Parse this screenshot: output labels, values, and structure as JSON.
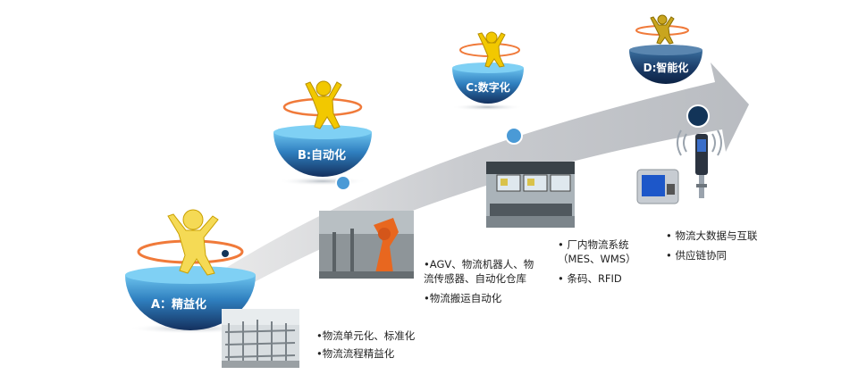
{
  "stages": [
    {
      "label": "A：精益化",
      "bullets": [
        "•物流单元化、标准化",
        "•物流流程精益化"
      ]
    },
    {
      "label": "B:自动化",
      "bullets": [
        "•AGV、物流机器人、物",
        "流传感器、自动化仓库",
        "•物流搬运自动化"
      ]
    },
    {
      "label": "C:数字化",
      "bullets": [
        "• 厂内物流系统",
        "（MES、WMS）",
        "• 条码、RFID"
      ]
    },
    {
      "label": "D:智能化",
      "bullets": [
        "• 物流大数据与互联",
        "• 供应链协同"
      ]
    }
  ],
  "colors": {
    "bowl_top": "#5bb7e6",
    "bowl_bottom": "#17386a",
    "arrow": "#c7c9cd",
    "figure": "#f2c800",
    "ring": "#f07a3a",
    "dot": "#4a9ad6",
    "dot_dark": "#123458"
  }
}
